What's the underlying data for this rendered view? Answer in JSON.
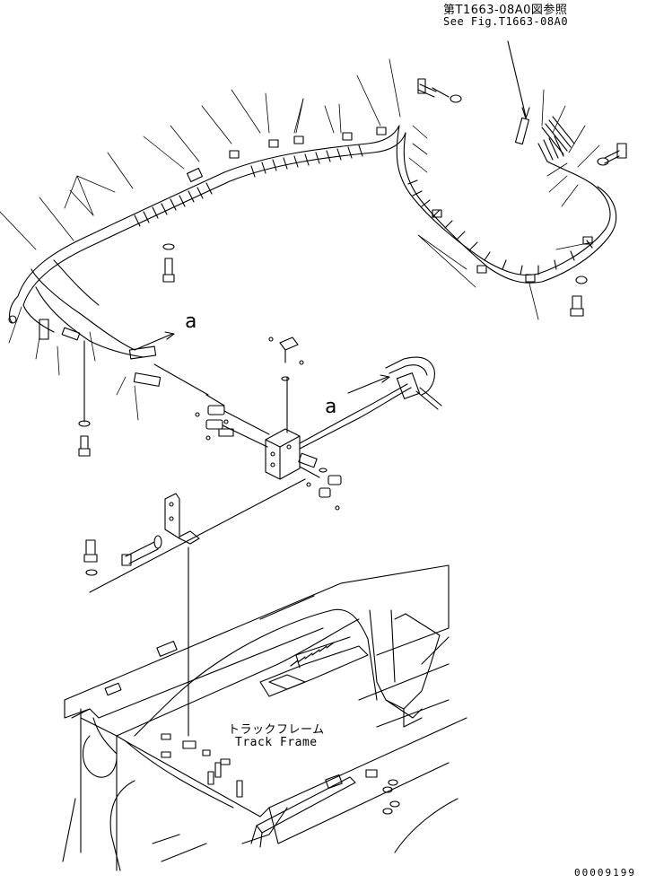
{
  "reference_note": {
    "jp": "第T1663-08A0図参照",
    "en": "See Fig.T1663-08A0"
  },
  "view_markers": {
    "left": "a",
    "right": "a"
  },
  "frame_label": {
    "jp": "トラックフレーム",
    "en": "Track Frame"
  },
  "drawing_number": "00009199"
}
